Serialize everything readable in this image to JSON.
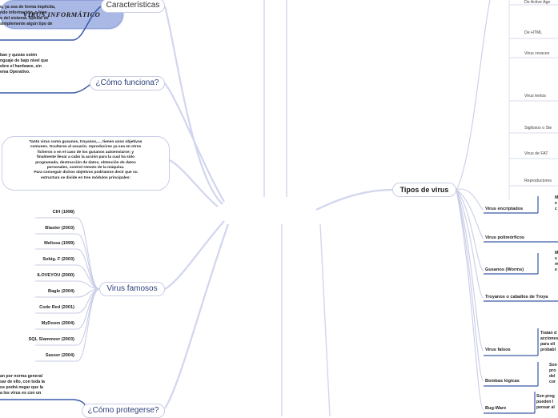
{
  "central": "VIRUS INFORMÁTICO",
  "left": {
    "caracteristicas": {
      "title": "Características",
      "text": [
        "o, ya sea de forma implícita,",
        "ndo información, o bien",
        "o del sistema. Apesar de",
        "simplemente algún tipo de"
      ]
    },
    "como_funciona": {
      "title": "¿Cómo funciona?",
      "text": [
        "ban y quizás estén",
        "nguaje de bajo nivel que",
        "obre el hardware, sin",
        "ema Operativo."
      ]
    },
    "objetivos": {
      "text": [
        "Tanto virus como gusanos, troyanos,..., tienen unos objetivos",
        "comunes. Ocultarse al usuario; reproducirse ya sea en otros",
        "ficheros o en el caso de los gusanos autoenviarse; y",
        "finalmente llevar a cabo la acción para la cual ha sido",
        "programado, destrucción de datos, obtención de datos",
        "personales, control remoto de la máquina.",
        "Para conseguir dichos objetivos podríamos decir que su",
        "estructura se divide en tres módulos principales:"
      ]
    },
    "virus_famosos": {
      "title": "Virus famosos",
      "items": [
        "CIH (1998)",
        "Blaster (2003)",
        "Melissa (1999)",
        "Sobig. F (2003)",
        "ILOVEYOU (2000)",
        "Bagle (2004)",
        "Code Red (2001)",
        "MyDoom (2004)",
        "SQL Slammeer (2003)",
        "Sasser (2004)"
      ]
    },
    "como_protegerse": {
      "title": "¿Cómo protegerse?",
      "text": [
        "an por norma general",
        "sar de ello, con toda la",
        "os podrá negar que la",
        "a los virus es con un"
      ]
    }
  },
  "right": {
    "tipos": {
      "title": "Tipos de virus",
      "sub_top": [
        "De Active Age",
        "De HTML",
        "Virus voraces",
        "Virus lentos",
        "Sigilosos o Ste",
        "Virus de FAT",
        "Reproductores"
      ],
      "sub": [
        {
          "label": "Virus encriptados",
          "text": [
            "M",
            "e",
            "c"
          ]
        },
        {
          "label": "Virus polimórficos",
          "text": []
        },
        {
          "label": "Gusanos (Worms)",
          "text": [
            "M",
            "s",
            "m",
            "e"
          ]
        },
        {
          "label": "Troyanos o caballos de Troya",
          "text": []
        },
        {
          "label": "Virus falsos",
          "text": [
            "Tratan d",
            "acciones",
            "para eli",
            "probabl"
          ]
        },
        {
          "label": "Bombas lógicas",
          "text": [
            "Son",
            "pro",
            "del",
            "cor"
          ]
        },
        {
          "label": "Bug-Ware",
          "text": [
            "Son prog",
            "pueden l",
            "pensar al"
          ]
        }
      ]
    }
  }
}
